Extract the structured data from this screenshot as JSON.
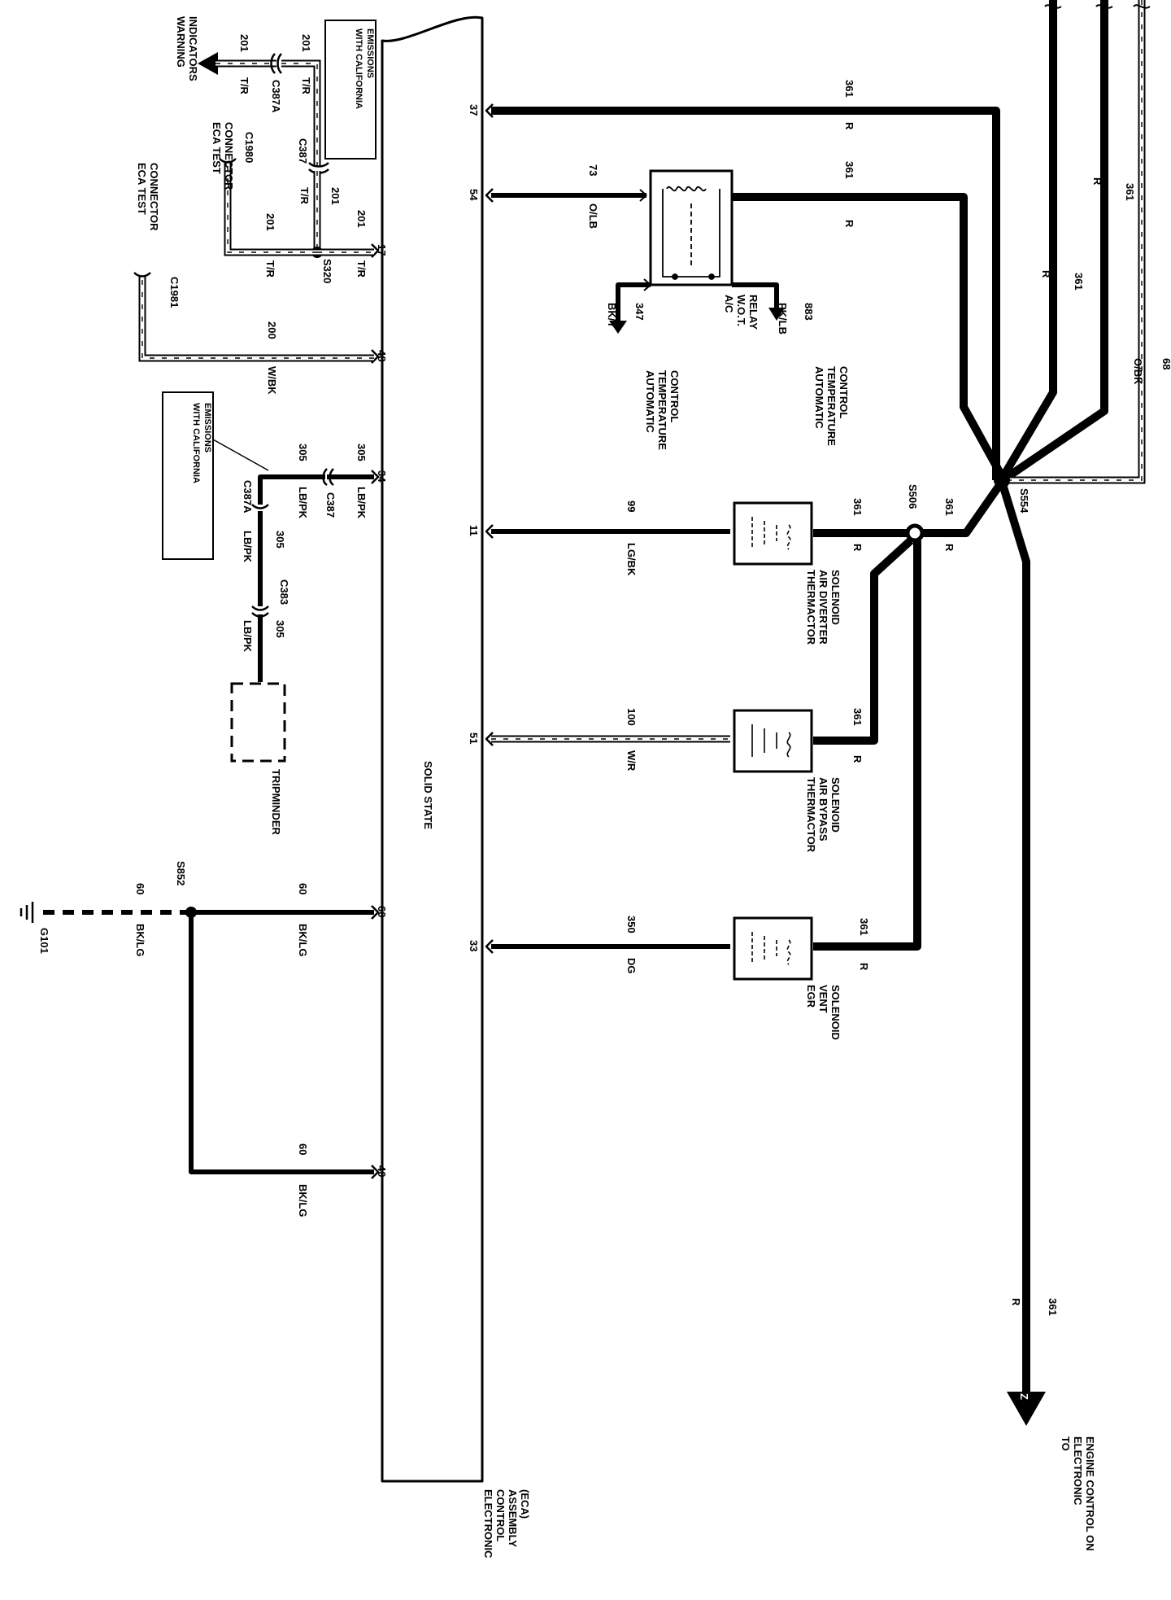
{
  "eca": {
    "title_lines": [
      "ELECTRONIC",
      "CONTROL",
      "ASSEMBLY",
      "(ECA)"
    ],
    "solid_state": "SOLID STATE",
    "pins": [
      "37",
      "54",
      "11",
      "51",
      "33",
      "17",
      "48",
      "34",
      "60",
      "40"
    ]
  },
  "destination": {
    "lines": [
      "TO",
      "ELECTRONIC",
      "ENGINE CONTROL ON"
    ],
    "connector": "Z"
  },
  "splices": {
    "s554": "S554",
    "s506": "S506",
    "s320": "S320",
    "s852": "S852"
  },
  "ground": "G101",
  "components": {
    "relay": [
      "A/C",
      "W.O.T.",
      "RELAY"
    ],
    "atc_upper": [
      "AUTOMATIC",
      "TEMPERATURE",
      "CONTROL"
    ],
    "atc_lower": [
      "AUTOMATIC",
      "TEMPERATURE",
      "CONTROL"
    ],
    "diverter": [
      "THERMACTOR",
      "AIR DIVERTER",
      "SOLENOID"
    ],
    "bypass": [
      "THERMACTOR",
      "AIR BYPASS",
      "SOLENOID"
    ],
    "egr": [
      "EGR",
      "VENT",
      "SOLENOID"
    ],
    "tripminder": "TRIPMINDER",
    "warning": [
      "WARNING",
      "INDICATORS"
    ],
    "eca_test_1": [
      "ECA TEST",
      "CONNECTOR"
    ],
    "eca_test_2": [
      "ECA TEST",
      "CONNECTOR"
    ],
    "california_1": [
      "WITH CALIFORNIA",
      "EMISSIONS"
    ],
    "california_2": [
      "WITH CALIFORNIA",
      "EMISSIONS"
    ]
  },
  "connectors": {
    "c387a": "C387A",
    "c387": "C387",
    "c1980": "C1980",
    "c1981": "C1981",
    "c387b": "C387",
    "c387a2": "C387A",
    "c383": "C383"
  },
  "wires": {
    "w361_37": [
      "361",
      "R"
    ],
    "w361_relay": [
      "361",
      "R"
    ],
    "w73": [
      "73",
      "O/LB"
    ],
    "w883": [
      "883",
      "PK/LB"
    ],
    "w347": [
      "347",
      "BK/Y"
    ],
    "w99": [
      "99",
      "LG/BK"
    ],
    "w100": [
      "100",
      "W/R"
    ],
    "w350": [
      "350",
      "DG"
    ],
    "w361_div": [
      "361",
      "R"
    ],
    "w361_byp": [
      "361",
      "R"
    ],
    "w361_egr": [
      "361",
      "R"
    ],
    "w361_s506": [
      "361",
      "R"
    ],
    "w361_top1": [
      "361",
      "R"
    ],
    "w361_top2": [
      "361",
      "R"
    ],
    "w68": [
      "68",
      "O/BK"
    ],
    "w361_down": [
      "361",
      "R"
    ],
    "w201_a": [
      "201",
      "T/R"
    ],
    "w201_b": [
      "201",
      "T/R"
    ],
    "w201_c": [
      "201",
      "T/R"
    ],
    "w201_d": [
      "201",
      "T/R"
    ],
    "w201_e": [
      "201",
      "T/R"
    ],
    "w200": [
      "200",
      "W/BK"
    ],
    "w305_a": [
      "305",
      "LB/PK"
    ],
    "w305_b": [
      "305",
      "LB/PK"
    ],
    "w305_c": [
      "305",
      "LB/PK"
    ],
    "w305_d": [
      "305",
      "LB/PK"
    ],
    "w60_a": [
      "60",
      "BK/LG"
    ],
    "w60_b": [
      "60",
      "BK/LG"
    ],
    "w60_c": [
      "60",
      "BK/LG"
    ]
  }
}
